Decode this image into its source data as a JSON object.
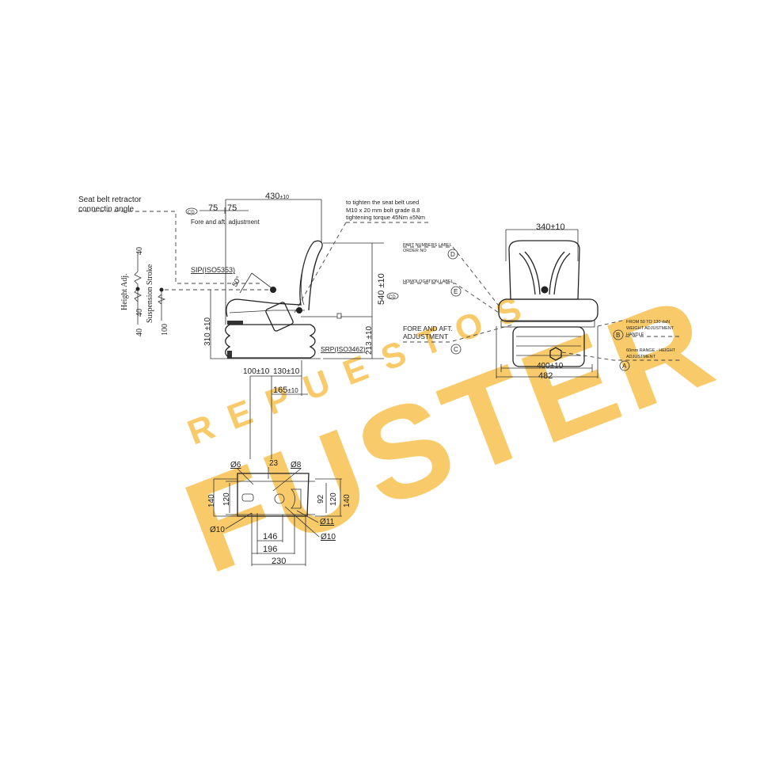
{
  "side_view": {
    "retractor_label_1": "Seat belt retractor",
    "retractor_label_2": "connectin angle",
    "cd_mark": "CD",
    "fore_aft_left": "75",
    "fore_aft_right": "75",
    "fore_aft_label": "Fore and aft. adjustment",
    "width_dim": "430",
    "width_tol": "±10",
    "torque_note_1": "to tighten the seat belt used",
    "torque_note_2": "M10 x 20 mm bolt grade 8.8",
    "torque_note_3": "tightening torque 45Nm ±5Nm",
    "sip_label": "SIP(ISO5353)",
    "angle": "50°",
    "height_dim": "540 ±10",
    "cd_mark_right": "CD",
    "base_height": "310 ±10",
    "srp_height": "213 ±10",
    "srp_label": "SRP(ISO3462)",
    "dim_100": "100±10",
    "dim_130": "130±10",
    "dim_165": "165",
    "dim_165_tol": "±10",
    "height_adj_label": "Height Adj.",
    "height_adj_top": "40",
    "height_adj_bottom": "40",
    "suspension_label": "Suspension Stroke",
    "suspension_value": "100"
  },
  "front_view": {
    "width_top": "340±10",
    "width_base": "400±10",
    "width_total": "482",
    "part_numbers_label": "PART NUMBERS LABEL",
    "order_no": "ORDER NO",
    "homologation_label": "HOMOLOGATION LABEL",
    "fore_aft_1": "FORE AND AFT.",
    "fore_aft_2": "ADJUSTMENT",
    "weight_1": "FROM 50 TO 130 daN",
    "weight_2": "WEIGHT ADJUSTMENT",
    "weight_3": "HANDLE",
    "height_range_1": "60mm RANGE - HEIGHT",
    "height_range_2": "ADJUSTMENT",
    "callouts": [
      "A",
      "B",
      "C",
      "D",
      "E"
    ]
  },
  "base_plate": {
    "d6": "Ø6",
    "d8": "Ø8",
    "dim_23": "23",
    "left_140": "140",
    "left_120": "120",
    "right_92": "92",
    "right_120": "120",
    "right_140": "140",
    "d10_left": "Ø10",
    "d11": "Ø11",
    "d10_right": "Ø10",
    "dim_146": "146",
    "dim_196": "196",
    "dim_230": "230"
  },
  "watermark": {
    "top": "REPUESTOS",
    "main": "FUSTER",
    "color": "#f7b731"
  }
}
